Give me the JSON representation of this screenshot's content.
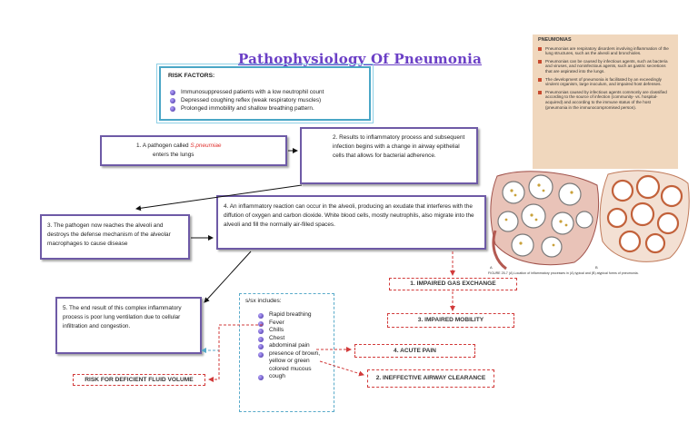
{
  "title": "Pathophysiology Of Pneumonia",
  "risk": {
    "heading": "RISK FACTORS:",
    "items": [
      "Immunosuppressed patients with a low neutrophil count",
      "Depressed coughing reflex (weak respiratory muscles)",
      "Prolonged immobility and shallow breathing pattern."
    ]
  },
  "step1": {
    "prefix": "1.   A pathogen called ",
    "pathogen": "S.pneumiae",
    "suffix": "enters the lungs"
  },
  "step2": {
    "text": "2. Results to inflammatory process and subsequent infection begins with a change in airway epithelial cells that allows for bacterial adherence."
  },
  "step3": {
    "text": "3. The pathogen now reaches the alveoli and destroys the defense mechanism of the alveolar macrophages to cause disease"
  },
  "step4": {
    "text": "4. An inflammatory  reaction can occur in the alveoli, producing an exudate that interferes with the diffution of oxygen and carbon dioxide. White blood cells, mostly neutrophils, also migrate into the alveoli and fill the normally air-filled spaces."
  },
  "step5": {
    "text": "5. The end result of this complex inflammatory process is poor lung ventilation due to cellular infiltration and congestion."
  },
  "sx": {
    "heading": "s/sx  includes:",
    "items": [
      "Rapid breathing",
      "Fever",
      "Chills",
      "Chest",
      "abdominal pain",
      "presence of brown, yellow or green colored mucous",
      "cough"
    ]
  },
  "nursing": {
    "gas": "1.   IMPAIRED GAS EXCHANGE",
    "mobility": "3. IMPAIRED MOBILITY",
    "pain": "4. ACUTE PAIN",
    "airway": "2. INEFFECTIVE AIRWAY CLEARANCE",
    "fluid": "RISK FOR DEFICIENT FLUID VOLUME"
  },
  "panel": {
    "heading": "PNEUMONIAS",
    "items": [
      "Pneumonias are respiratory disorders involving inflammation of the lung structures, such as the alveoli and bronchioles.",
      "Pneumonias can be caused by infectious agents, such as bacteria and viruses, and noninfectious agents, such as gastric secretions that are aspirated into the lungs.",
      "The development of pneumonia is facilitated by an exceedingly virulent organism, large inoculum, and impaired host defenses.",
      "Pneumonias caused by infectious agents commonly are classified according to the source of infection (community- vs. hospital-acquired) and according to the immune status of the host (pneumonia in the immunocompromised person)."
    ]
  },
  "caption": "FIGURE 25-7 (A) Location of inflammatory processes in (A) typical and (B) atypical forms of pneumonia.",
  "colors": {
    "title": "#6b3fc6",
    "purple_border": "#6e5aa6",
    "risk_border": "#4aa6c6",
    "dashed_red": "#d23b3b",
    "pathogen": "#e0322f",
    "panel_bg": "#f0d7bd"
  }
}
